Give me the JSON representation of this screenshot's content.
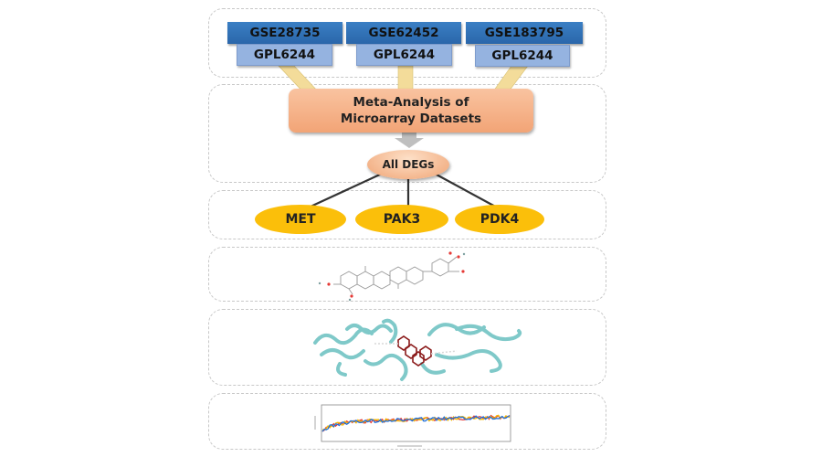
{
  "datasets": [
    {
      "series": "GSE28735",
      "platform": "GPL6244"
    },
    {
      "series": "GSE62452",
      "platform": "GPL6244"
    },
    {
      "series": "GSE183795",
      "platform": "GPL6244"
    }
  ],
  "meta_analysis": {
    "line1": "Meta-Analysis of",
    "line2": "Microarray Datasets"
  },
  "degs_label": "All DEGs",
  "hub_genes": [
    "MET",
    "PAK3",
    "PDK4"
  ],
  "colors": {
    "gse_box": "#2a66aa",
    "gpl_box": "#95b3e0",
    "meta_box": "#f2a476",
    "gene_ellipse": "#fbbf0a",
    "connector": "#f3dc9a",
    "arrow": "#bfbfbf",
    "protein": "#7fc9c9",
    "ligand": "#8b1a1a",
    "md_series": [
      "#e53935",
      "#f5b800",
      "#1e6fd9"
    ]
  },
  "icons": {
    "structure": "chemical-structure-icon",
    "docking": "protein-ligand-docking-icon",
    "md_plot": "rmsd-plot-icon"
  }
}
